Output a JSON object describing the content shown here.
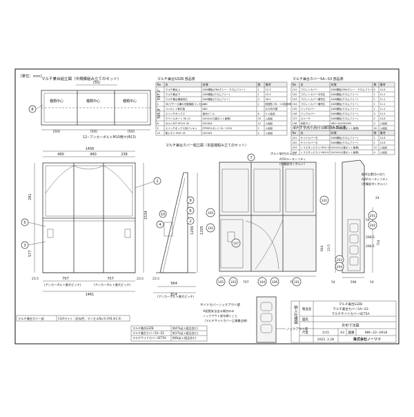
{
  "unit_label": "（単位：mm）",
  "sections": {
    "top_view": "マルチ兼台組立図（中規模組み立てのセット）",
    "part_list_a": "マルチ兼台S3ZB 部品表",
    "part_list_b": "マルチ兼台カバー5A−S3 部品表",
    "part_list_c": "マルチサイドカバーSET5A 部品表",
    "front_view": "マルチ兼台カバー組立図（本屋端組み立てのセット）",
    "side_detail": "サイドカバーノックアウト部"
  },
  "top_view": {
    "labels": [
      "種類中心",
      "種類中心",
      "種類中心"
    ],
    "dims": [
      "(50)",
      "(50)",
      "(50)",
      "(50)",
      "197.5",
      "361.5"
    ],
    "anchor_note": "12−アンカーボルトM10用穴(Φ13)",
    "callouts": [
      "8"
    ]
  },
  "front_view": {
    "dims_top": [
      "1456",
      "490",
      "490",
      "238"
    ],
    "dims_bottom": [
      "707",
      "707",
      "1461",
      "23.5",
      "23.5"
    ],
    "dims_side": [
      "1534",
      "577",
      "281"
    ],
    "anchor_notes": [
      "(アンカーボルト最大ピッチ)",
      "(アンカーボルト最大ピッチ)"
    ],
    "callouts": [
      "1",
      "5",
      "3"
    ]
  },
  "side_view": {
    "dims": [
      "564",
      "814",
      "23.5",
      "1200",
      "1205"
    ],
    "anchor_note": "(アンカーボルト最大ピッチ)",
    "callouts": [
      "10",
      "4",
      "9",
      "6",
      "2"
    ]
  },
  "cover_view": {
    "dims": [
      "707",
      "707",
      "54",
      "54",
      "54",
      "23.5",
      "268.5",
      "268.5",
      "508",
      "844",
      "754",
      "24"
    ],
    "notes": [
      "ボルト取付(ロック)",
      "A/50ユーティリティ",
      "(付属部付くボルト)",
      "取付位置(D×3)穴",
      "A/40ユーティリティ",
      "(付属部付くボルト)"
    ],
    "callouts": [
      "7",
      "105",
      "102",
      "107",
      "105",
      "103",
      "104",
      "106",
      "101",
      "101",
      "201",
      "202",
      "203",
      "204"
    ]
  },
  "part_list_a": {
    "columns": [
      "No",
      "名",
      "材質",
      "数",
      "備考"
    ],
    "rows": [
      [
        "1",
        "マルチ兼台上",
        "ZAM鋼板(ZNAグレー・クロムフリー)",
        "1",
        "12.3"
      ],
      [
        "2",
        "マルチ兼台下",
        "ZAM鋼板(クロムフリー)",
        "1",
        "19.3"
      ],
      [
        "3",
        "マルチ兼台補強材広",
        "ZAM鋼板(クロムフリー)",
        "3",
        "26.0"
      ],
      [
        "4",
        "3E/プチーズ横の可動機能コンセント",
        "ABS",
        "2",
        "耐候性 ZN ・UV吸収剤"
      ],
      [
        "5",
        "コンセント取付板",
        "ABS",
        "",
        "片方向付属"
      ],
      [
        "6",
        "スイッチボックス",
        "塩化ビニル",
        "6",
        "4 入組品"
      ],
      [
        "7",
        "クベースボート 5K 12",
        "SUS410(2重ボット面積)",
        "25",
        "入組品"
      ],
      [
        "8",
        "ボルトSET M12X 30",
        "SUS304",
        "12",
        "入組品"
      ],
      [
        "9",
        "スイッチボックス用パッキン",
        "EPDMスポンジ GL−1010",
        "2",
        "入組品"
      ],
      [
        "10",
        "蒸小ネジ M4X 16",
        "SUS304",
        "4",
        "入組品"
      ]
    ]
  },
  "part_list_b": {
    "columns": [
      "No",
      "名",
      "材質",
      "数",
      "備考"
    ],
    "rows": [
      [
        "101",
        "フロントカバー",
        "ZAM鋼板(ZNAグレー・クロムフリー)",
        "3",
        "10.8"
      ],
      [
        "102",
        "フロントカバー中材広",
        "ZAM鋼板(クロムフリー)",
        "1",
        "11.2"
      ],
      [
        "103",
        "フロントカバー補材左",
        "ZAM鋼板(クロムフリー)",
        "1",
        "11.2"
      ],
      [
        "104",
        "フロントカバー補材広",
        "ZAM鋼板(クロムフリー)",
        "1",
        "11.2"
      ],
      [
        "105",
        "バックカバー",
        "ZAM鋼板(クロムフリー)",
        "1",
        "11.2"
      ],
      [
        "106",
        "バックカバー",
        "ZAM鋼板(クロムフリー)",
        "3",
        "15.3"
      ],
      [
        "107",
        "スペーサ",
        "ZAM鋼板(クロムフリー)",
        "2",
        "10.8"
      ],
      [
        "108",
        "化粧ネジ",
        "ABS+SUS304M5",
        "3",
        "入組品"
      ],
      [
        "109",
        "トラスタッピネジ M5X 10",
        "SUS410(2重ボット面積)",
        "30",
        "入組品"
      ],
      [
        "110",
        "トラスタッピネジ M4X 8",
        "SUS410(2重ボット面積)",
        "20",
        "入組品"
      ]
    ]
  },
  "part_list_c": {
    "columns": [
      "No",
      "名",
      "材質",
      "数",
      "備考"
    ],
    "rows": [
      [
        "201",
        "サイドカバー右",
        "ZAM鋼板(クロムフリー)",
        "1",
        "10.8"
      ],
      [
        "202",
        "サイドカバー左",
        "ZAM鋼板(クロムフリー)",
        "1",
        "10.8"
      ],
      [
        "203",
        "トラスタッピネジ M5X 10",
        "SUS410(2重ボット面積)",
        "10",
        "入組品"
      ],
      [
        "204",
        "トラスタッピネジ M4X 8",
        "SUS410(2重ボット面積)",
        "4",
        "入組品"
      ]
    ]
  },
  "side_detail": {
    "label": "ノックアウト部",
    "notes": [
      "※配管安全出る場合のみ",
      "ノックアウト部を開くこと",
      "（マルチサイドカバー工事書会様）"
    ]
  },
  "mass_table": {
    "rows": [
      [
        "マルチ兼台S3ZB",
        "約47kg(入組品含む)"
      ],
      [
        "マルチ兼台カバー5A−S3",
        "約17kg(入組品含む)"
      ],
      [
        "マルチサイドカバーSET5A",
        "約6kg(入組品含む)"
      ]
    ],
    "paint_note": "マルチ兼台カバー部",
    "paint_spec": "CGAワイト（近似色：マンセルNo.9.3Y8.4/1.0）"
  },
  "title_block": {
    "side_label": "納入仕様図",
    "product_label": "製品名",
    "product_names": [
      "マルチ兼台S3ZB",
      "マルチ兼台カバー5A−S3",
      "マルチサイドカバーSET5A"
    ],
    "drawing_label": "図名",
    "drawing_name": "外形寸法図",
    "scale_label": "尺度",
    "scale": "1/15",
    "size": "A3",
    "number_label": "図番",
    "number": "WN−22−0018",
    "date": "2022. 2.28",
    "company": "株式会社ノーリツ"
  }
}
